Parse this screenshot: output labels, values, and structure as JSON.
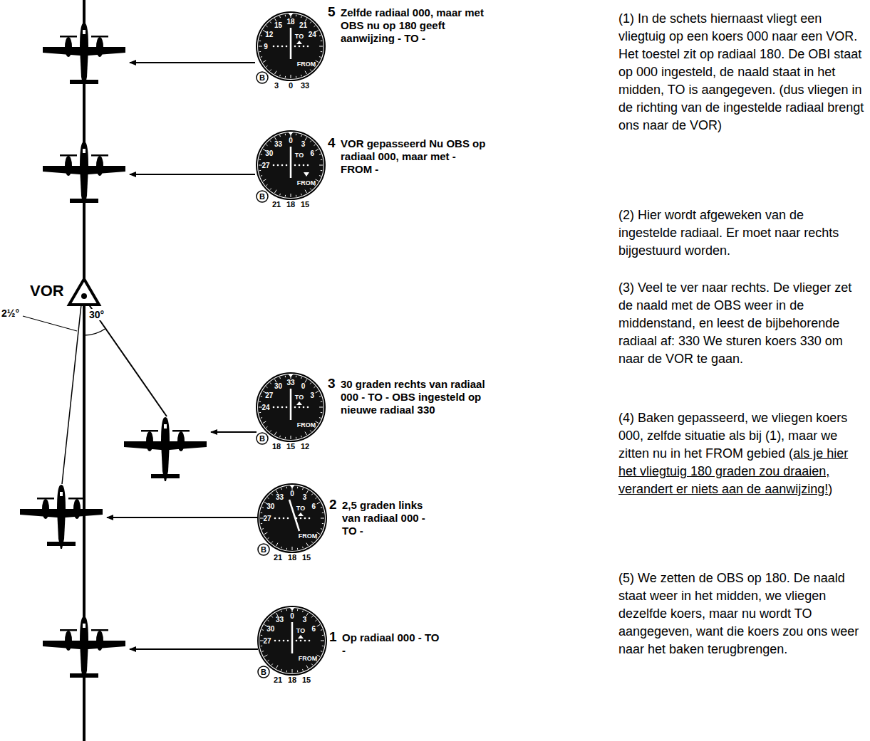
{
  "diagram": {
    "labels": [
      "VOR",
      "30°",
      "2½°",
      "5",
      "Zelfde radiaal 000, maar met OBS nu op 180 geeft aanwijzing - TO -",
      "4",
      "VOR gepasseerd Nu OBS op radiaal 000, maar met - FROM -",
      "3",
      "30 graden rechts van radiaal 000 - TO - OBS ingesteld op nieuwe radiaal 330",
      "2",
      "2,5 graden links van radiaal 000 - TO -",
      "1",
      "Op radiaal 000 - TO -",
      "(1) In de schets hiernaast vliegt een vliegtuig op een koers 000 naar een VOR. Het toestel zit op radiaal 180. De OBI staat op 000 ingesteld, de naald staat in het midden, TO is aangegeven. (dus vliegen in de richting van de ingestelde radiaal brengt ons naar de VOR)",
      "(2) Hier wordt afgeweken van de ingestelde radiaal. Er moet naar rechts bijgestuurd worden.",
      "(3) Veel te ver naar rechts. De vlieger zet de naald met de OBS weer in de middenstand, en leest de bijbehorende radiaal af: 330 We sturen koers 330 om naar de VOR te gaan.",
      "(4) Baken gepasseerd, we vliegen koers 000, zelfde situatie als bij (1), maar we zitten nu in het FROM gebied (",
      "als je hier het vliegtuig 180 graden zou draaien, verandert er niets aan de aanwijzing!",
      ")",
      "(5) We zetten de OBS op 180. De naald staat weer in het midden, we vliegen dezelfde koers, maar nu wordt TO aangegeven, want die koers zou ons weer naar het baken terugbrengen.",
      "9",
      "12",
      "15",
      "18",
      "21",
      "24",
      "TO",
      "FROM",
      "B",
      "3",
      "0",
      "33",
      "27",
      "30",
      "33",
      "0",
      "3",
      "6",
      "TO",
      "FROM",
      "B",
      "21",
      "18",
      "15",
      "24",
      "27",
      "30",
      "33",
      "0",
      "3",
      "TO",
      "FROM",
      "B",
      "18",
      "15",
      "12",
      "27",
      "30",
      "33",
      "0",
      "3",
      "6",
      "TO",
      "FROM",
      "B",
      "21",
      "18",
      "15",
      "27",
      "30",
      "33",
      "0",
      "3",
      "6",
      "TO",
      "FROM",
      "B",
      "21",
      "18",
      "15"
    ]
  }
}
